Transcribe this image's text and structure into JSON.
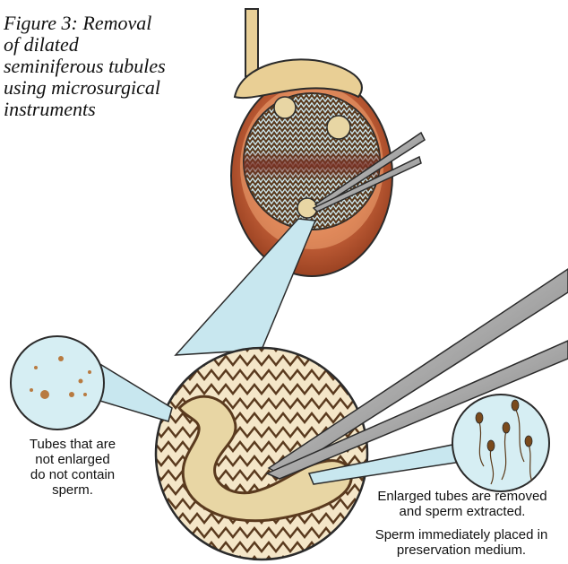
{
  "figure": {
    "caption_lines": [
      "Figure 3: Removal",
      "of dilated",
      "seminiferous tubules",
      "using microsurgical",
      "instruments"
    ]
  },
  "annotations": {
    "not_enlarged": [
      "Tubes that are",
      "not enlarged",
      "do not contain",
      "sperm."
    ],
    "enlarged": [
      "Enlarged tubes are removed",
      "and sperm extracted."
    ],
    "preserved": [
      "Sperm immediately placed in",
      "preservation medium."
    ]
  },
  "colors": {
    "outline": "#2b2b2b",
    "testis_outer": "#b5502c",
    "testis_rim": "#e8a070",
    "epididymis": "#e7cc94",
    "tubule_field": "#5a3a1e",
    "tubule_fill": "#e8d6a4",
    "lens": "#c8e7ef",
    "instrument": "#b6b6b6",
    "sperm": "#7a4a1c"
  }
}
